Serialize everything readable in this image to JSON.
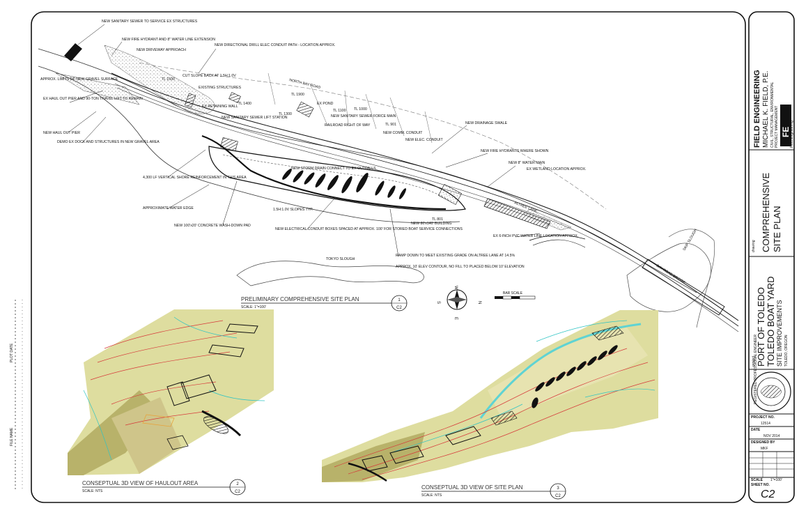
{
  "sheet": {
    "sheet_id": "C2",
    "colors": {
      "line": "#111111",
      "terrain": "#dedd9f",
      "terrain_shadow": "#b8b26a",
      "contour_red": "#d63a3a",
      "contour_cyan": "#2fc4c4",
      "water": "#5fd3d3"
    }
  },
  "title_block": {
    "firm_name": "FIELD ENGINEERING",
    "engineer": "MICHAEL K. FIELD, P.E.",
    "firm_lines": [
      "CIVIL, STRUCTURAL, ENVIRONMENTAL",
      "PROJECT MANAGEMENT"
    ],
    "logo_text": "FE",
    "logo_caption": "Field Engineering",
    "sheet_title_lines": [
      "COMPREHENSIVE",
      "SITE PLAN"
    ],
    "sheet_title_tag": "drawing",
    "project_tag": "project",
    "project_lines": [
      "PORT OF TOLEDO",
      "TOLEDO BOAT YARD",
      "SITE IMPROVEMENTS",
      "TOLEDO, OREGON"
    ],
    "stamp_text": "REGISTERED PROFESSIONAL ENGINEER",
    "project_no_label": "PROJECT NO.",
    "project_no": "12514",
    "date_label": "DATE",
    "date": "NOV 2014",
    "drawn_label": "DESIGNED BY",
    "drawn": "MKF",
    "scale_label": "SCALE",
    "scale": "1\"=100'",
    "sheet_no_label": "SHEET NO.",
    "sheet_no": "C2"
  },
  "views": [
    {
      "title": "PRELIMINARY COMPREHENSIVE SITE PLAN",
      "scale": "SCALE: 1\"=100'",
      "num": "1",
      "sheet": "C2"
    },
    {
      "title": "CONSEPTUAL 3D VIEW OF HAULOUT AREA",
      "scale": "SCALE: NTS",
      "num": "2",
      "sheet": "C2"
    },
    {
      "title": "CONSEPTUAL 3D VIEW OF SITE PLAN",
      "scale": "SCALE: NTS",
      "num": "3",
      "sheet": "C2"
    }
  ],
  "north_arrow": {
    "label": "N",
    "labels_other": [
      "S",
      "E",
      "W"
    ]
  },
  "bar_scale_label": "BAR SCALE",
  "annotations": [
    "NEW SANITARY SEWER TO SERVICE EX STRUCTURES",
    "NEW FIRE HYDRANT AND 8\" WATER LINE EXTENSION",
    "NEW DRIVEWAY APPROACH",
    "NEW DIRECTIONAL DRILL ELEC CONDUIT PATH - LOCATION APPROX.",
    "APPROX. LIMITS OF NEW GRAVEL SURFACE",
    "CUT SLOPE BACK AT 1.5H:1.0V",
    "EXISTING STRUCTURES",
    "EX HAUL OUT PIER AND 90-TON TRAVEL LIFT TO REMAIN",
    "EX RETAINING WALL",
    "NEW HAUL OUT PIER",
    "DEMO EX DOCK AND STRUCTURES IN NEW GRAVEL AREA",
    "NEW SANITARY SEWER LIFT STATION",
    "EX POND",
    "NEW SANITARY SEWER FORCE MAIN",
    "RAILROAD RIGHT OF WAY",
    "NEW COMM. CONDUIT",
    "NEW ELEC. CONDUIT",
    "NEW DRAINAGE SWALE",
    "NEW FIRE HYDRANTS WHERE SHOWN",
    "NEW 8\" WATER MAIN",
    "EX WETLAND LOCATION APPROX.",
    "4,300 LF VERTICAL SHORE REINFORCEMENT IN THIS AREA",
    "NEW STORM DRAIN CONNECT TO EX OUTFALLS",
    "APPROXIMATE WATER EDGE",
    "1.5H:1.0V SLOPES TYP.",
    "NEW 100'x20' CONCRETE WASH-DOWN PAD",
    "NEW ELECTRICAL CONDUIT BOXES SPACED AT APPROX. 100' FOR STORED BOAT SERVICE CONNECTIONS",
    "NEW 80'x140' BUILDING",
    "EX 6-INCH PVC WATER LINE LOCATION APPROX.",
    "RAMP DOWN TO MEET EXISTING GRADE ON ALTREE LANE AT 14.5%",
    "APPROX. 10' ELEV CONTOUR, NO FILL TO PLACED BELOW 10' ELEVATION",
    "TOKYO SLOUGH",
    "NORTH BAY ROAD",
    "ALTREE LANE",
    "SKIP SLOUGH",
    "BAY ROAD BRIDGE"
  ],
  "tax_lots": [
    "TL 1500",
    "TL 1400",
    "TL 1900",
    "TL 1300",
    "TL 1100",
    "TL 1000",
    "TL 901",
    "TL 801"
  ],
  "side_notes": [
    "PLOT DATE",
    "FILE NAME"
  ]
}
